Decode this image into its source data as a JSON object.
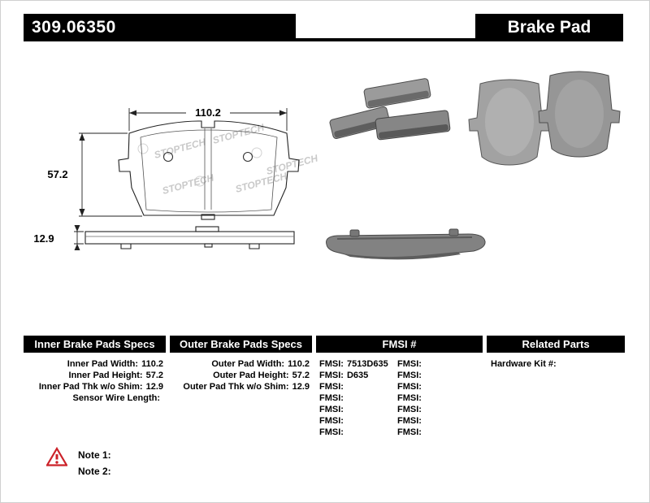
{
  "colors": {
    "bar_bg": "#000000",
    "text": "#000000",
    "warning_red": "#cc2229",
    "watermark_gray": "#c9c9c9"
  },
  "header": {
    "part_number": "309.06350",
    "product_type": "Brake Pad"
  },
  "drawing": {
    "watermark": "STOPTECH",
    "dims": {
      "width": "110.2",
      "height": "57.2",
      "thickness": "12.9"
    }
  },
  "specs": {
    "inner": {
      "title": "Inner Brake Pads Specs",
      "rows": [
        {
          "label": "Inner Pad Width:",
          "value": "110.2"
        },
        {
          "label": "Inner Pad Height:",
          "value": "57.2"
        },
        {
          "label": "Inner Pad Thk w/o Shim:",
          "value": "12.9"
        },
        {
          "label": "Sensor Wire Length:",
          "value": ""
        }
      ]
    },
    "outer": {
      "title": "Outer Brake Pads Specs",
      "rows": [
        {
          "label": "Outer Pad Width:",
          "value": "110.2"
        },
        {
          "label": "Outer Pad Height:",
          "value": "57.2"
        },
        {
          "label": "Outer Pad Thk w/o Shim:",
          "value": "12.9"
        }
      ]
    },
    "fmsi": {
      "title": "FMSI #",
      "left": [
        {
          "label": "FMSI:",
          "value": "7513D635"
        },
        {
          "label": "FMSI:",
          "value": "D635"
        },
        {
          "label": "FMSI:",
          "value": ""
        },
        {
          "label": "FMSI:",
          "value": ""
        },
        {
          "label": "FMSI:",
          "value": ""
        },
        {
          "label": "FMSI:",
          "value": ""
        },
        {
          "label": "FMSI:",
          "value": ""
        }
      ],
      "right": [
        {
          "label": "FMSI:",
          "value": ""
        },
        {
          "label": "FMSI:",
          "value": ""
        },
        {
          "label": "FMSI:",
          "value": ""
        },
        {
          "label": "FMSI:",
          "value": ""
        },
        {
          "label": "FMSI:",
          "value": ""
        },
        {
          "label": "FMSI:",
          "value": ""
        },
        {
          "label": "FMSI:",
          "value": ""
        }
      ]
    },
    "related": {
      "title": "Related Parts",
      "rows": [
        {
          "label": "Hardware Kit #:",
          "value": ""
        }
      ]
    }
  },
  "notes": {
    "warning_icon": "warning-triangle",
    "items": [
      {
        "label": "Note 1:"
      },
      {
        "label": "Note 2:"
      }
    ]
  }
}
